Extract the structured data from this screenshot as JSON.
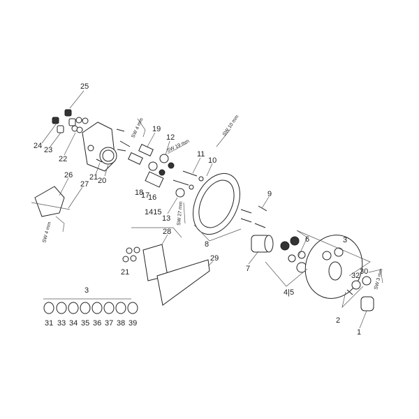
{
  "title": "Exploded parts diagram",
  "part_numbers": {
    "p1": "1",
    "p2": "2",
    "p3": "3",
    "p3b": "3",
    "p4_5": "4|5",
    "p6": "6",
    "p7": "7",
    "p8": "8",
    "p9": "9",
    "p10": "10",
    "p11": "11",
    "p12": "12",
    "p13": "13",
    "p14_15": "1415",
    "p16": "16",
    "p17": "17",
    "p18": "18",
    "p19": "19",
    "p20": "20",
    "p21": "21",
    "p21b": "21",
    "p22": "22",
    "p23": "23",
    "p24": "24",
    "p25": "25",
    "p26": "26",
    "p27": "27",
    "p28": "28",
    "p29": "29",
    "p30": "30",
    "p32": "32",
    "row": [
      "31",
      "33",
      "34",
      "35",
      "36",
      "37",
      "38",
      "39"
    ]
  },
  "tool_labels": {
    "sw4_top": "SW 4 mm",
    "sw19": "SW 19 mm",
    "sw10": "SW 10 mm",
    "sw27": "SW 27 mm",
    "sw4_left": "SW 4 mm",
    "sw3": "SW 3 mm"
  }
}
